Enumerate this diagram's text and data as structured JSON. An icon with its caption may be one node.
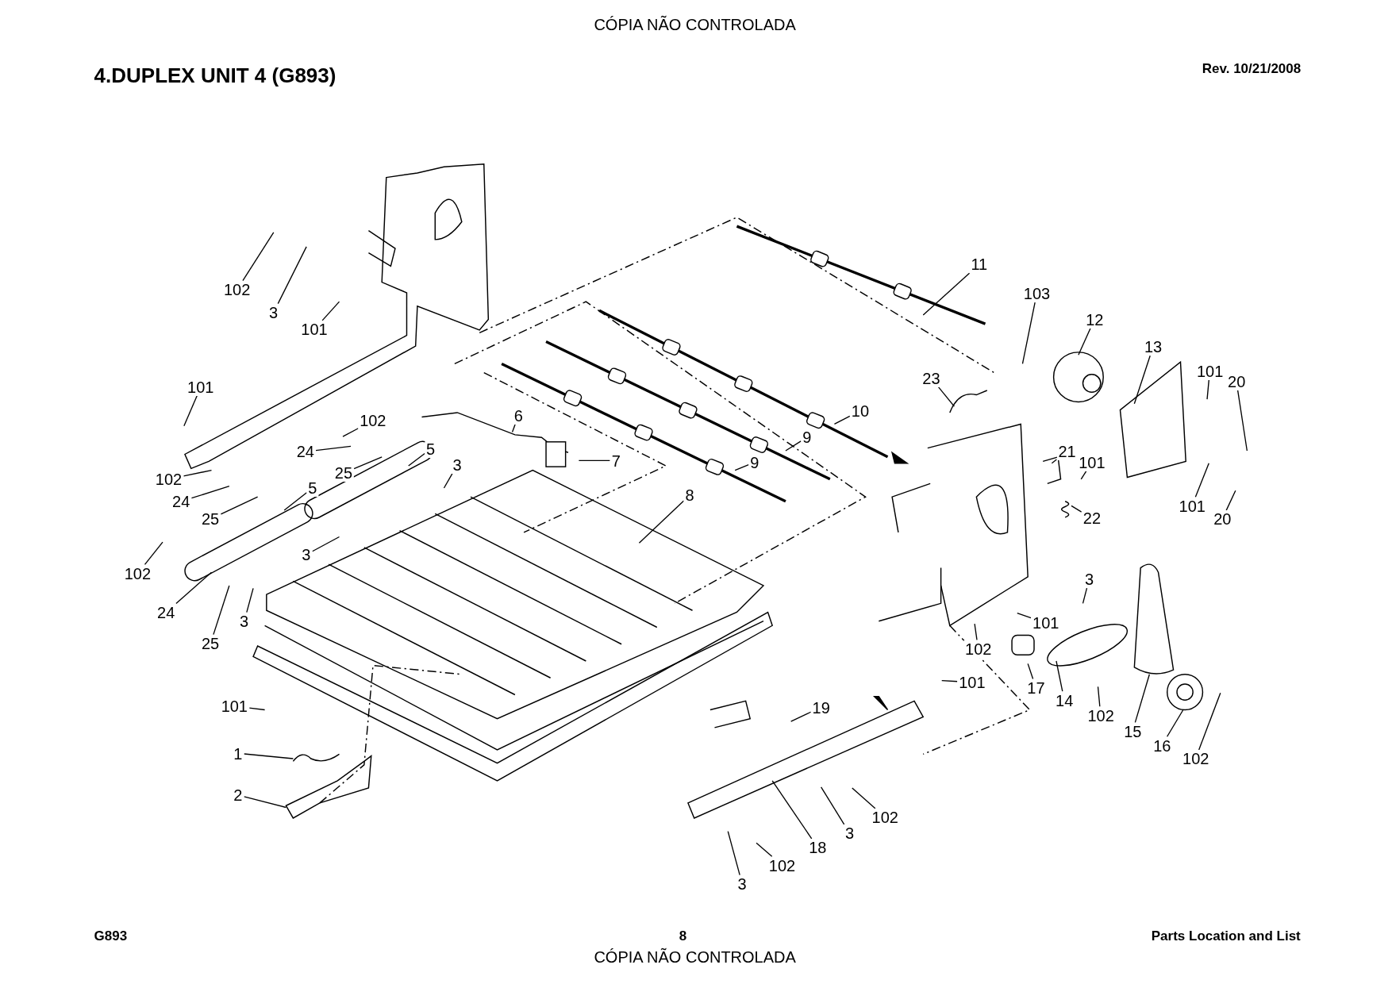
{
  "diagram": {
    "title": "4.DUPLEX UNIT 4 (G893)",
    "nodes": [
      {
        "text": [
          "102"
        ]
      },
      {
        "text": [
          "3"
        ]
      },
      {
        "text": [
          "101"
        ]
      },
      {
        "text": [
          "101"
        ]
      },
      {
        "text": [
          "102"
        ]
      },
      {
        "text": [
          "24"
        ]
      },
      {
        "text": [
          "25"
        ]
      },
      {
        "text": [
          "5"
        ]
      },
      {
        "text": [
          "102"
        ]
      },
      {
        "text": [
          "24"
        ]
      },
      {
        "text": [
          "25"
        ]
      },
      {
        "text": [
          "5"
        ]
      },
      {
        "text": [
          "3"
        ]
      },
      {
        "text": [
          "3"
        ]
      },
      {
        "text": [
          "102"
        ]
      },
      {
        "text": [
          "24"
        ]
      },
      {
        "text": [
          "25"
        ]
      },
      {
        "text": [
          "3"
        ]
      },
      {
        "text": [
          "6"
        ]
      },
      {
        "text": [
          "7"
        ]
      },
      {
        "text": [
          "8"
        ]
      },
      {
        "text": [
          "11"
        ]
      },
      {
        "text": [
          "10"
        ]
      },
      {
        "text": [
          "9"
        ]
      },
      {
        "text": [
          "9"
        ]
      },
      {
        "text": [
          "103"
        ]
      },
      {
        "text": [
          "12"
        ]
      },
      {
        "text": [
          "13"
        ]
      },
      {
        "text": [
          "101"
        ]
      },
      {
        "text": [
          "20"
        ]
      },
      {
        "text": [
          "23"
        ]
      },
      {
        "text": [
          "21"
        ]
      },
      {
        "text": [
          "101"
        ]
      },
      {
        "text": [
          "22"
        ]
      },
      {
        "text": [
          "101"
        ]
      },
      {
        "text": [
          "20"
        ]
      },
      {
        "text": [
          "3"
        ]
      },
      {
        "text": [
          "101"
        ]
      },
      {
        "text": [
          "102"
        ]
      },
      {
        "text": [
          "17"
        ]
      },
      {
        "text": [
          "14"
        ]
      },
      {
        "text": [
          "102"
        ]
      },
      {
        "text": [
          "15"
        ]
      },
      {
        "text": [
          "16"
        ]
      },
      {
        "text": [
          "102"
        ]
      },
      {
        "text": [
          "101"
        ]
      },
      {
        "text": [
          "19"
        ]
      },
      {
        "text": [
          "101"
        ]
      },
      {
        "text": [
          "1"
        ]
      },
      {
        "text": [
          "2"
        ]
      },
      {
        "text": [
          "18"
        ]
      },
      {
        "text": [
          "3"
        ]
      },
      {
        "text": [
          "102"
        ]
      },
      {
        "text": [
          "3"
        ]
      },
      {
        "text": [
          "102"
        ]
      }
    ],
    "edges": [
      {
        "from": 0,
        "to": null,
        "arrow": "none"
      },
      {
        "from": 1,
        "to": null,
        "arrow": "none"
      },
      {
        "from": 2,
        "to": null,
        "arrow": "none"
      },
      {
        "from": 3,
        "to": null,
        "arrow": "none"
      },
      {
        "from": 4,
        "to": null,
        "arrow": "none"
      },
      {
        "from": 5,
        "to": null,
        "arrow": "none"
      },
      {
        "from": 6,
        "to": null,
        "arrow": "none"
      },
      {
        "from": 7,
        "to": null,
        "arrow": "none"
      },
      {
        "from": 8,
        "to": null,
        "arrow": "none"
      },
      {
        "from": 9,
        "to": null,
        "arrow": "none"
      },
      {
        "from": 10,
        "to": null,
        "arrow": "none"
      },
      {
        "from": 11,
        "to": null,
        "arrow": "none"
      },
      {
        "from": 12,
        "to": null,
        "arrow": "none"
      },
      {
        "from": 13,
        "to": null,
        "arrow": "none"
      },
      {
        "from": 14,
        "to": null,
        "arrow": "none"
      },
      {
        "from": 15,
        "to": null,
        "arrow": "none"
      },
      {
        "from": 16,
        "to": null,
        "arrow": "none"
      },
      {
        "from": 17,
        "to": null,
        "arrow": "none"
      },
      {
        "from": 18,
        "to": null,
        "arrow": "none"
      },
      {
        "from": 19,
        "to": null,
        "arrow": "none"
      },
      {
        "from": 20,
        "to": null,
        "arrow": "none"
      },
      {
        "from": 21,
        "to": null,
        "arrow": "none"
      },
      {
        "from": 22,
        "to": null,
        "arrow": "none"
      },
      {
        "from": 23,
        "to": null,
        "arrow": "none"
      },
      {
        "from": 24,
        "to": null,
        "arrow": "none"
      },
      {
        "from": 25,
        "to": null,
        "arrow": "none"
      },
      {
        "from": 26,
        "to": null,
        "arrow": "none"
      },
      {
        "from": 27,
        "to": null,
        "arrow": "none"
      },
      {
        "from": 28,
        "to": null,
        "arrow": "none"
      },
      {
        "from": 29,
        "to": null,
        "arrow": "none"
      },
      {
        "from": 30,
        "to": null,
        "arrow": "none"
      },
      {
        "from": 31,
        "to": null,
        "arrow": "none"
      },
      {
        "from": 32,
        "to": null,
        "arrow": "none"
      },
      {
        "from": 33,
        "to": null,
        "arrow": "none"
      },
      {
        "from": 34,
        "to": null,
        "arrow": "none"
      },
      {
        "from": 35,
        "to": null,
        "arrow": "none"
      },
      {
        "from": 36,
        "to": null,
        "arrow": "none"
      },
      {
        "from": 37,
        "to": null,
        "arrow": "none"
      },
      {
        "from": 38,
        "to": null,
        "arrow": "none"
      },
      {
        "from": 39,
        "to": null,
        "arrow": "none"
      },
      {
        "from": 40,
        "to": null,
        "arrow": "none"
      },
      {
        "from": 41,
        "to": null,
        "arrow": "none"
      },
      {
        "from": 42,
        "to": null,
        "arrow": "none"
      },
      {
        "from": 43,
        "to": null,
        "arrow": "none"
      },
      {
        "from": 44,
        "to": null,
        "arrow": "none"
      },
      {
        "from": 45,
        "to": null,
        "arrow": "none"
      },
      {
        "from": 46,
        "to": null,
        "arrow": "none"
      },
      {
        "from": 47,
        "to": null,
        "arrow": "none"
      },
      {
        "from": 48,
        "to": null,
        "arrow": "none"
      },
      {
        "from": 49,
        "to": null,
        "arrow": "none"
      },
      {
        "from": 50,
        "to": null,
        "arrow": "none"
      },
      {
        "from": 51,
        "to": null,
        "arrow": "none"
      },
      {
        "from": 52,
        "to": null,
        "arrow": "none"
      },
      {
        "from": 53,
        "to": null,
        "arrow": "none"
      },
      {
        "from": 54,
        "to": null,
        "arrow": "none"
      }
    ],
    "labels": [
      "CÓPIA NÃO CONTROLADA",
      "Rev. 10/21/2008",
      "G893",
      "8",
      "Parts Location and List",
      "CÓPIA NÃO CONTROLADA"
    ]
  }
}
